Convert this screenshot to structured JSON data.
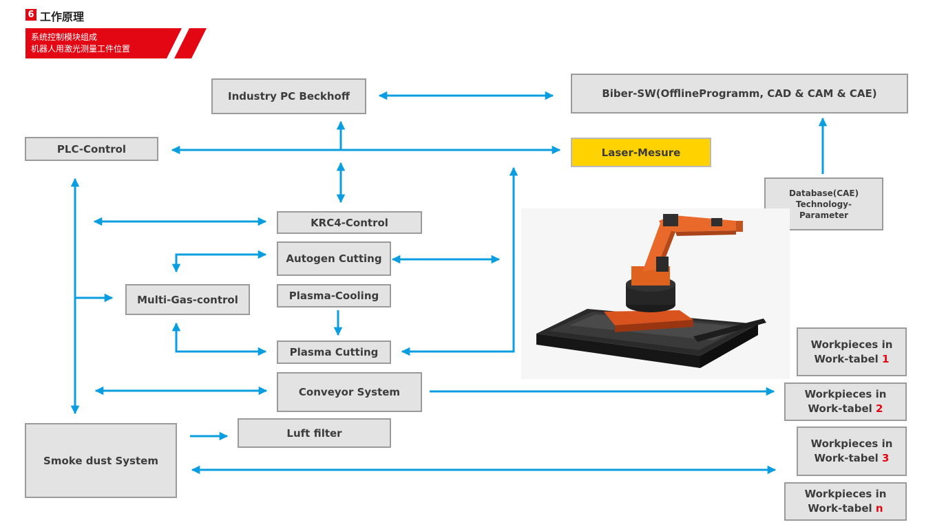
{
  "header": {
    "number": "6",
    "title": "工作原理",
    "banner_lines": [
      "系统控制模块组成",
      "机器人用激光测量工件位置"
    ]
  },
  "nodes": {
    "industry_pc": "Industry PC Beckhoff",
    "biber_sw": "Biber-SW(OfflineProgramm, CAD & CAM & CAE)",
    "plc_control": "PLC-Control",
    "laser_mesure": "Laser-Mesure",
    "database": [
      "Database(CAE)",
      "Technology-",
      "Parameter"
    ],
    "krc4": "KRC4-Control",
    "autogen": "Autogen Cutting",
    "multi_gas": "Multi-Gas-control",
    "plasma_cooling": "Plasma-Cooling",
    "plasma_cutting": "Plasma Cutting",
    "conveyor": "Conveyor System",
    "luft_filter": "Luft filter",
    "smoke_dust": "Smoke dust System"
  },
  "workpieces": [
    {
      "line1": "Workpieces in",
      "line2": "Work-tabel ",
      "index": "1"
    },
    {
      "line1": "Workpieces in",
      "line2": "Work-tabel ",
      "index": "2"
    },
    {
      "line1": "Workpieces in",
      "line2": "Work-tabel ",
      "index": "3"
    },
    {
      "line1": "Workpieces in",
      "line2": "Work-tabel ",
      "index": "n"
    }
  ],
  "colors": {
    "arrow": "#0a9ee0",
    "accent_red": "#e30613",
    "laser_box": "#ffd200",
    "box_fill": "#e3e3e3",
    "box_border": "#9a9a9a"
  }
}
